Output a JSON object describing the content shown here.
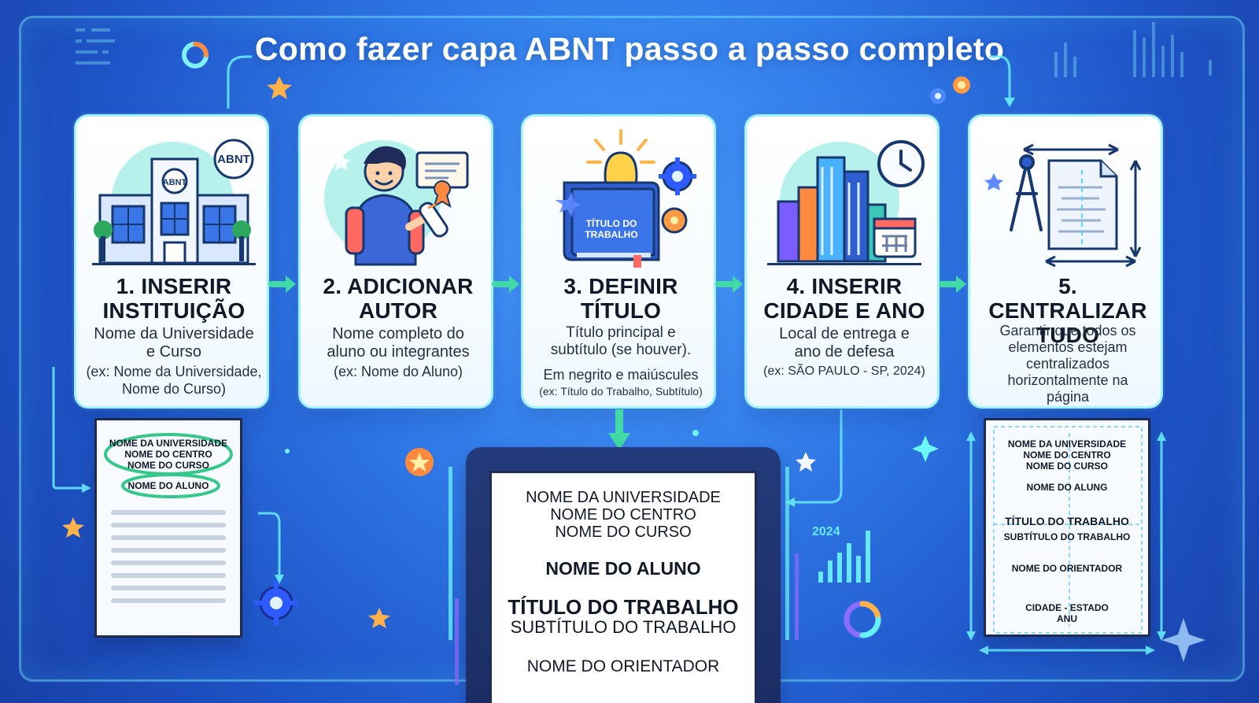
{
  "title": "Como fazer capa ABNT passo a passo completo",
  "steps": [
    {
      "title": "1. INSERIR INSTITUIÇÃO",
      "title_lines": [
        "1. INSERIR",
        "INSTITUIÇÃO"
      ],
      "description_lines": [
        "Nome da Universidade",
        "e Curso"
      ],
      "example_lines": [
        "(ex: Nome da Universidade,",
        "Nome do Curso)"
      ],
      "illustration": {
        "badge_text": "ABNT",
        "building_sign": "ABNT"
      }
    },
    {
      "title": "2. ADICIONAR AUTOR",
      "title_lines": [
        "2. ADICIONAR",
        "AUTOR"
      ],
      "description_lines": [
        "Nome completo do",
        "aluno ou integrantes"
      ],
      "example_lines": [
        "(ex: Nome do Aluno)"
      ]
    },
    {
      "title": "3. DEFINIR TÍTULO",
      "title_lines": [
        "3. DEFINIR",
        "TÍTULO"
      ],
      "description_lines": [
        "Título principal e",
        "subtítulo (se houver)."
      ],
      "extra_lines": [
        "Em negrito e maiúscules",
        "(ex: Título do Trabalho, Subtítulo)"
      ],
      "illustration": {
        "book_lines": [
          "TÍTULO DO",
          "TRABALHO"
        ]
      }
    },
    {
      "title": "4. INSERIR CIDADE E ANO",
      "title_lines": [
        "4. INSERIR",
        "CIDADE E ANO"
      ],
      "description_lines": [
        "Local de entrega e",
        "ano de defesa"
      ],
      "example_lines": [
        "(ex: SÃO PAULO - SP, 2024)"
      ]
    },
    {
      "title": "5. CENTRALIZAR TUDO",
      "title_lines": [
        "5. CENTRALIZAR",
        "TUDO"
      ],
      "description_lines": [
        "Garantir que todos os",
        "elementos estejam",
        "centralizados",
        "horizontalmente na",
        "página"
      ]
    }
  ],
  "left_preview": {
    "institution_lines": [
      "NOME DA UNIVERSIDADE",
      "NOME DO CENTRO",
      "NOME DO CURSO"
    ],
    "author": "NOME DO ALUNO"
  },
  "main_preview": {
    "institution_lines": [
      "NOME DA UNIVERSIDADE",
      "NOME DO CENTRO",
      "NOME DO CURSO"
    ],
    "author": "NOME DO ALUNO",
    "title": "TÍTULO DO TRABALHO",
    "subtitle": "SUBTÍTULO DO TRABALHO",
    "advisor": "NOME DO ORIENTADOR"
  },
  "right_preview": {
    "institution_lines": [
      "NOME DA UNIVERSIDADE",
      "NOME DO CENTRO",
      "NOME DO CURSO"
    ],
    "author": "NOME DO ALUNG",
    "title": "TÍTULO DO TRABALHO",
    "subtitle": "SUBTÍTULO DO TRABALHO",
    "advisor": "NOME DO ORIENTADOR",
    "city_state": "CIDADE - ESTADO",
    "year": "ANU"
  },
  "decor_year": "2024",
  "colors": {
    "background_dark": "#183fa6",
    "background_light": "#4aa0ff",
    "frame_glow": "#78f0ff",
    "card_border": "#78f0ff",
    "highlight_green": "#36c88a",
    "accent_orange": "#ff8a3d",
    "accent_yellow": "#ffd24a",
    "navy": "#1f2c59"
  },
  "icons": [
    "building-icon",
    "student-icon",
    "certificate-icon",
    "book-icon",
    "lightbulb-icon",
    "gear-icon",
    "city-icon",
    "clock-icon",
    "calendar-icon",
    "compass-icon",
    "page-icon",
    "measure-icon"
  ]
}
